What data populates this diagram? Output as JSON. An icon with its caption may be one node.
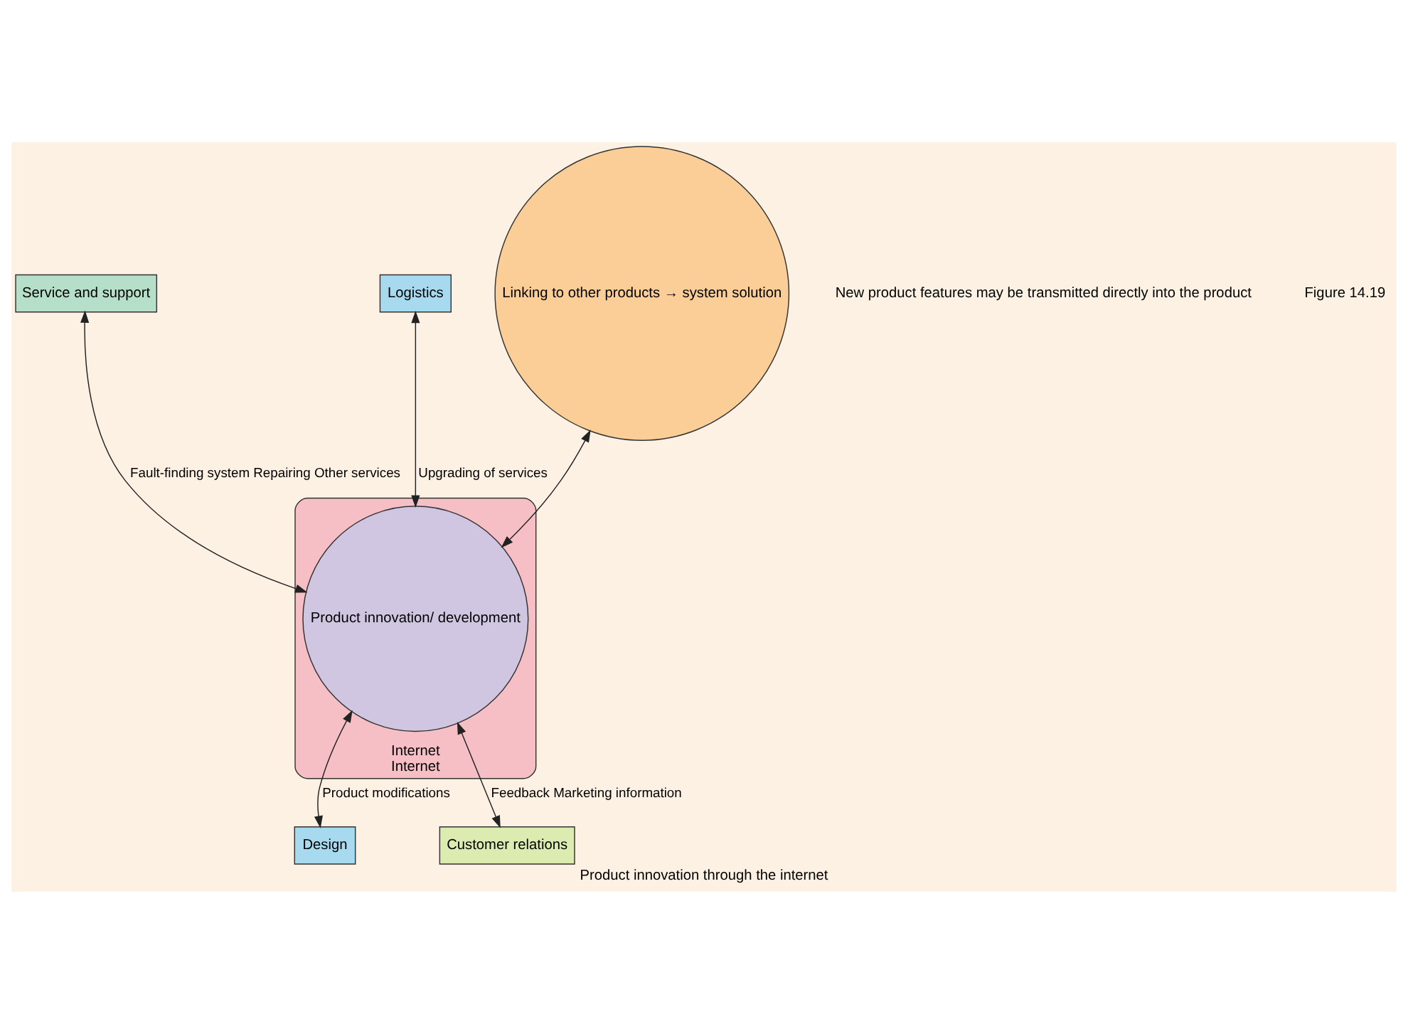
{
  "diagram": {
    "caption": "Product innovation through the internet",
    "nodes": [
      {
        "text": [
          "Internet",
          "Internet"
        ]
      },
      {
        "text": [
          "Product innovation/ development"
        ],
        "in": 0
      },
      {
        "text": [
          "Service and support"
        ]
      },
      {
        "text": [
          "Logistics"
        ]
      },
      {
        "text": [
          "Design"
        ]
      },
      {
        "text": [
          "Linking to other products → system solution"
        ]
      },
      {
        "text": [
          "Customer relations"
        ]
      }
    ],
    "edges": [
      {
        "from": 1,
        "to": 2,
        "arrow": "both",
        "label": "Fault-finding system Repairing Other services"
      },
      {
        "from": 3,
        "to": 1,
        "arrow": "both",
        "label": "Upgrading of services"
      },
      {
        "from": 1,
        "to": 4,
        "arrow": "both",
        "label": "Product modifications"
      },
      {
        "from": 5,
        "to": 1,
        "arrow": "both"
      },
      {
        "from": 1,
        "to": 6,
        "arrow": "both",
        "label": "Feedback Marketing information"
      }
    ],
    "labels": [
      "New product features may be transmitted directly into the product",
      "Figure 14.19"
    ]
  }
}
